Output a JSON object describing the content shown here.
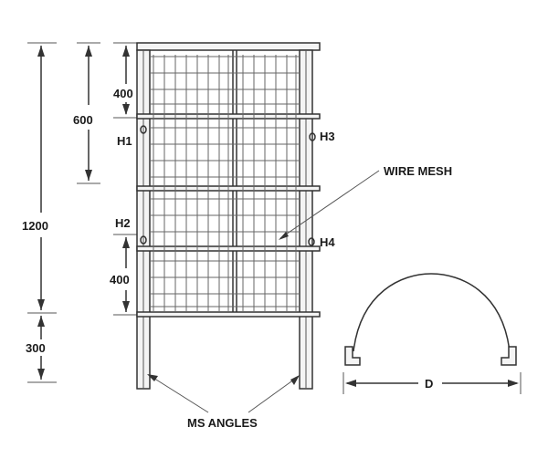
{
  "dimensions": {
    "d1200": "1200",
    "d600": "600",
    "d400_top": "400",
    "d400_bottom": "400",
    "d300": "300"
  },
  "labels": {
    "h1": "H1",
    "h2": "H2",
    "h3": "H3",
    "h4": "H4",
    "wire_mesh": "WIRE MESH",
    "ms_angles": "MS ANGLES",
    "d": "D"
  }
}
